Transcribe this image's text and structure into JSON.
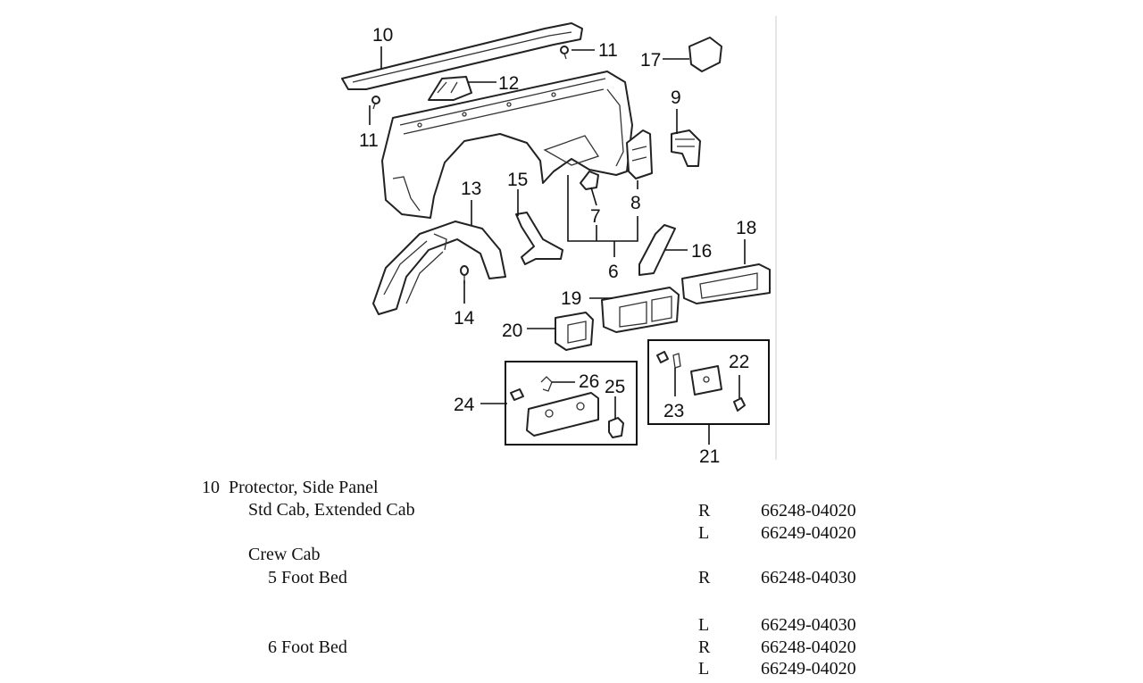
{
  "diagram": {
    "callouts": {
      "c6": "6",
      "c7": "7",
      "c8": "8",
      "c9": "9",
      "c10": "10",
      "c11a": "11",
      "c11b": "11",
      "c12": "12",
      "c13": "13",
      "c14": "14",
      "c15": "15",
      "c16": "16",
      "c17": "17",
      "c18": "18",
      "c19": "19",
      "c20": "20",
      "c21": "21",
      "c22": "22",
      "c23": "23",
      "c24": "24",
      "c25": "25",
      "c26": "26"
    }
  },
  "parts_list": {
    "item_number": "10",
    "item_name": "Protector, Side Panel",
    "groups": [
      {
        "label": "Std Cab, Extended Cab",
        "rows": [
          {
            "side": "R",
            "part_number": "66248-04020"
          },
          {
            "side": "L",
            "part_number": "66249-04020"
          }
        ]
      },
      {
        "label": "Crew Cab",
        "subgroups": [
          {
            "label": "5 Foot Bed",
            "rows": [
              {
                "side": "R",
                "part_number": "66248-04030"
              },
              {
                "side": "L",
                "part_number": "66249-04030"
              }
            ]
          },
          {
            "label": "6 Foot Bed",
            "rows": [
              {
                "side": "R",
                "part_number": "66248-04020"
              },
              {
                "side": "L",
                "part_number": "66249-04020"
              }
            ]
          }
        ]
      }
    ]
  }
}
